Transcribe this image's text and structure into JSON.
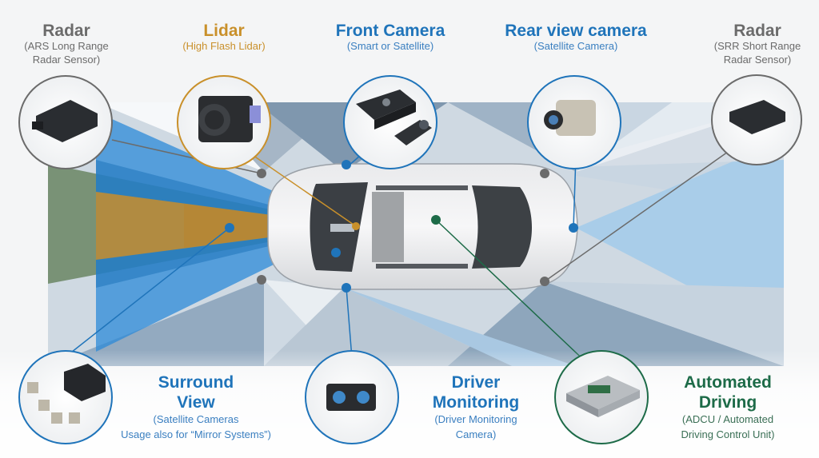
{
  "labels": {
    "radar_left": {
      "title": "Radar",
      "line1": "(ARS Long Range",
      "line2": "Radar Sensor)"
    },
    "lidar": {
      "title": "Lidar",
      "line1": "(High Flash Lidar)"
    },
    "front_camera": {
      "title": "Front Camera",
      "line1": "(Smart or Satellite)"
    },
    "rear_camera": {
      "title": "Rear view camera",
      "line1": "(Satellite Camera)"
    },
    "radar_right": {
      "title": "Radar",
      "line1": "(SRR Short Range",
      "line2": "Radar Sensor)"
    },
    "surround": {
      "title1": "Surround",
      "title2": "View",
      "line1": "(Satellite Cameras",
      "line2": "Usage also for “Mirror Systems”)"
    },
    "driver_monitoring": {
      "title1": "Driver",
      "title2": "Monitoring",
      "line1": "(Driver Monitoring",
      "line2": "Camera)"
    },
    "automated_driving": {
      "title1": "Automated",
      "title2": "Driving",
      "line1": "(ADCU / Automated",
      "line2": "Driving Control Unit)"
    }
  },
  "colors": {
    "radar": "#6b6b6b",
    "lidar": "#c9902a",
    "camera": "#1f74ba",
    "automated": "#1d6b48"
  }
}
